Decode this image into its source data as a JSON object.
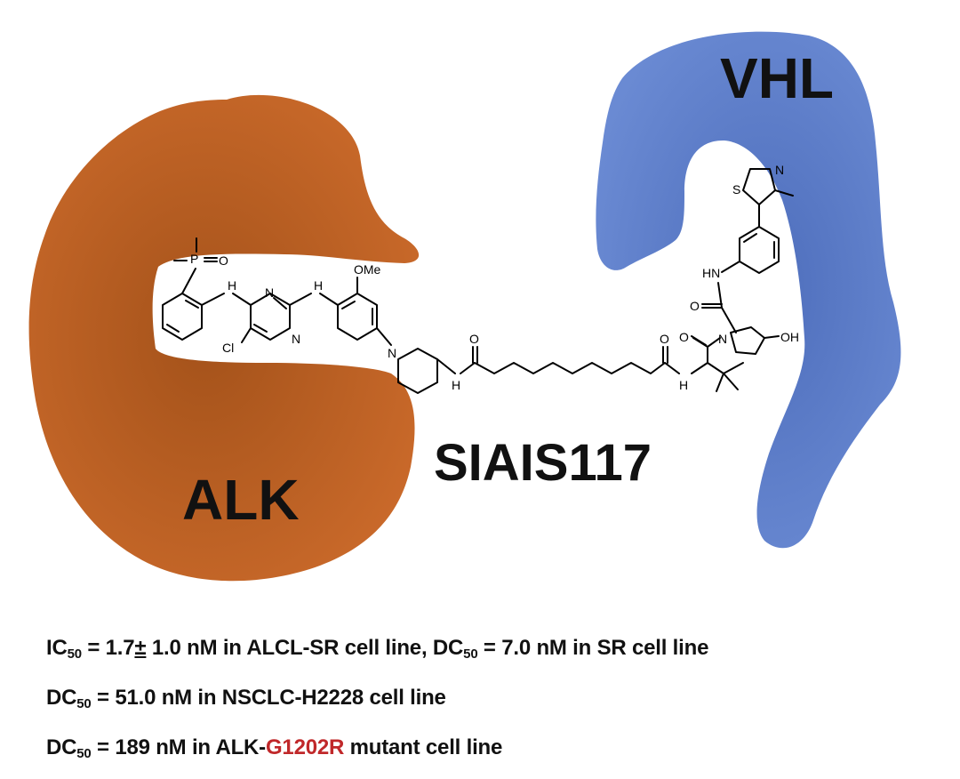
{
  "alk_label": "ALK",
  "vhl_label": "VHL",
  "compound_name": "SIAIS117",
  "colors": {
    "alk_protein": "#c0611f",
    "vhl_protein": "#5f7fc9",
    "text": "#111111",
    "mutation_highlight": "#c0282a"
  },
  "atom_labels": {
    "phosphorus": "P",
    "oxygen": "O",
    "nh": "H",
    "n": "N",
    "methoxy": "OMe",
    "chloro": "Cl",
    "hn": "HN",
    "hydroxyl": "OH",
    "sulfur": "S"
  },
  "results": {
    "line1": {
      "ic_prefix": "IC",
      "ic_sub": "50",
      "ic_text": " = 1.7",
      "pm": "±",
      "ic_rest": " 1.0 nM in ALCL-SR cell line, DC",
      "dc_sub": "50",
      "dc_text": "  = 7.0 nM in SR cell line"
    },
    "line2": {
      "prefix": "DC",
      "sub": "50",
      "text": " = 51.0 nM in NSCLC-H2228 cell line"
    },
    "line3": {
      "prefix": "DC",
      "sub": "50",
      "text_before": " = 189 nM in ALK-",
      "mutation": "G1202R",
      "text_after": " mutant cell line"
    }
  }
}
